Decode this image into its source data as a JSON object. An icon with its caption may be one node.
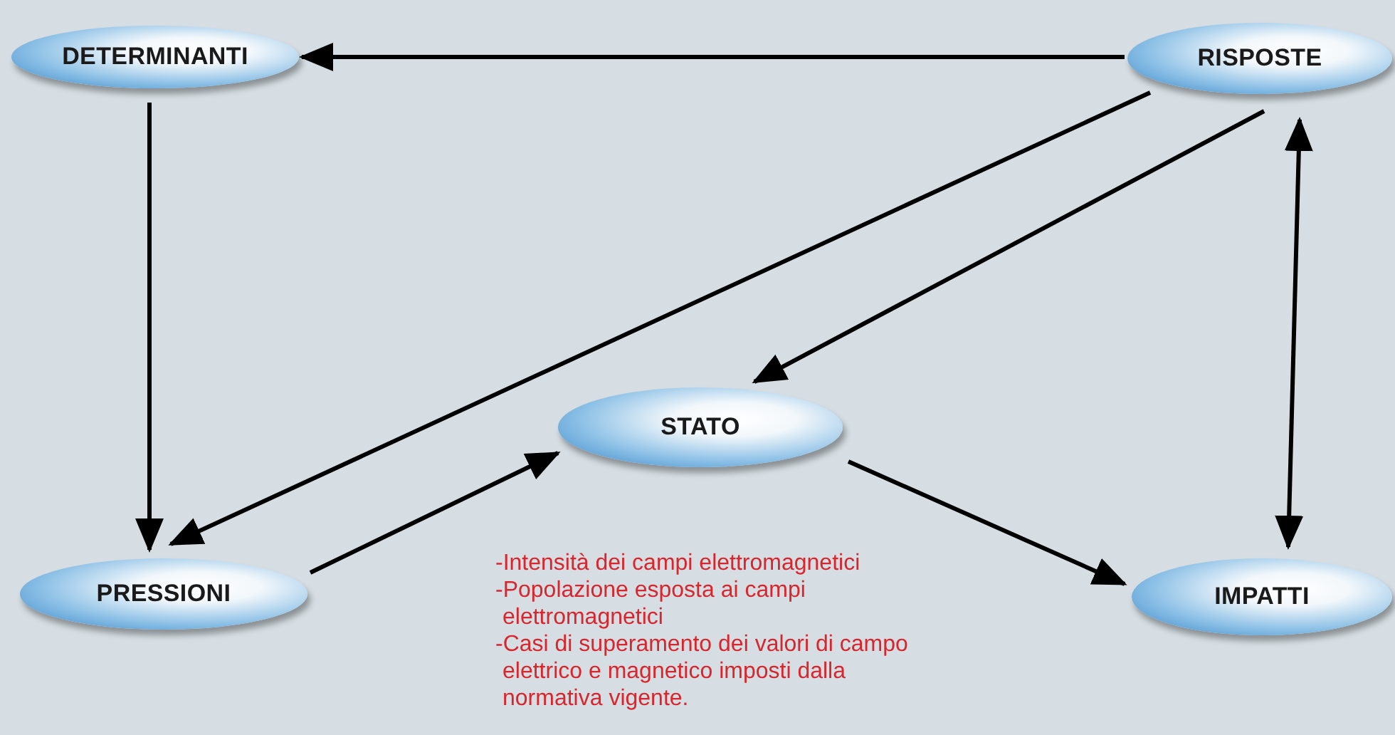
{
  "diagram": {
    "nodes": [
      {
        "text": [
          "DETERMINANTI"
        ]
      },
      {
        "text": [
          "RISPOSTE"
        ]
      },
      {
        "text": [
          "STATO"
        ]
      },
      {
        "text": [
          "PRESSIONI"
        ]
      },
      {
        "text": [
          "IMPATTI"
        ]
      }
    ],
    "edges": [
      {
        "from": 1,
        "to": 0,
        "arrow": "to"
      },
      {
        "from": 0,
        "to": 3,
        "arrow": "to"
      },
      {
        "from": 1,
        "to": 3,
        "arrow": "to"
      },
      {
        "from": 1,
        "to": 2,
        "arrow": "to"
      },
      {
        "from": 3,
        "to": 2,
        "arrow": "to"
      },
      {
        "from": 2,
        "to": 4,
        "arrow": "to"
      },
      {
        "from": 4,
        "to": 1,
        "arrow": "both"
      }
    ],
    "labels": [
      "-Intensità dei campi elettromagnetici",
      "-Popolazione esposta ai campi elettromagnetici",
      "-Casi di superamento dei valori di campo elettrico e magnetico imposti dalla normativa vigente."
    ]
  }
}
